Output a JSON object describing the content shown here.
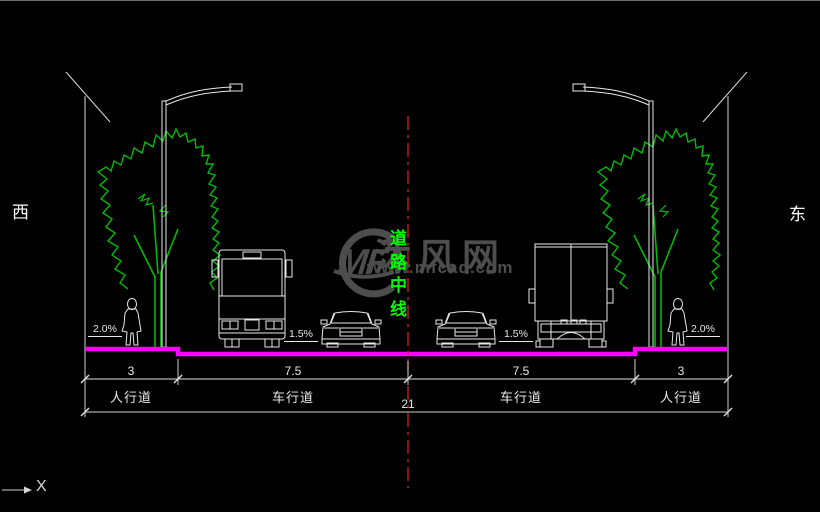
{
  "drawing": {
    "direction_left": "西",
    "direction_right": "东",
    "centerline_label": "道路中线",
    "slopes": {
      "left_outer": "2.0%",
      "left_inner": "1.5%",
      "right_inner": "1.5%",
      "right_outer": "2.0%"
    },
    "dimensions": {
      "segments": [
        {
          "value": "3",
          "label": "人行道"
        },
        {
          "value": "7.5",
          "label": "车行道"
        },
        {
          "value": "7.5",
          "label": "车行道"
        },
        {
          "value": "3",
          "label": "人行道"
        }
      ],
      "total": {
        "value": "21"
      }
    },
    "colors": {
      "road_surface": "#ff00ff",
      "tree_green": "#00bb00",
      "centerline_red": "#cc2222",
      "annotation_green": "#00ff00",
      "drawing_white": "#e8e8e8",
      "dim_gray": "#8a8a8a",
      "watermark_gray": "#4d4d4d"
    }
  },
  "watermark": {
    "logo": "MF",
    "brand": "沐风网",
    "url": "www.mfcad.com"
  },
  "ucs": {
    "x_axis_label": "X"
  }
}
